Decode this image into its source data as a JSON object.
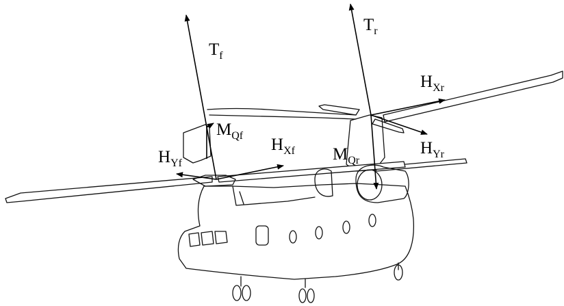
{
  "labels": {
    "T_front": {
      "main": "T",
      "sub": "f"
    },
    "T_rear": {
      "main": "T",
      "sub": "r"
    },
    "H_X_rear": {
      "main": "H",
      "sub": "Xr"
    },
    "H_Y_rear": {
      "main": "H",
      "sub": "Yr"
    },
    "M_Q_front": {
      "main": "M",
      "sub": "Qf"
    },
    "H_X_front": {
      "main": "H",
      "sub": "Xf"
    },
    "H_Y_front": {
      "main": "H",
      "sub": "Yf"
    },
    "M_Q_rear": {
      "main": "M",
      "sub": "Qr"
    }
  },
  "colors": {
    "line": "#000000",
    "background": "#ffffff"
  }
}
